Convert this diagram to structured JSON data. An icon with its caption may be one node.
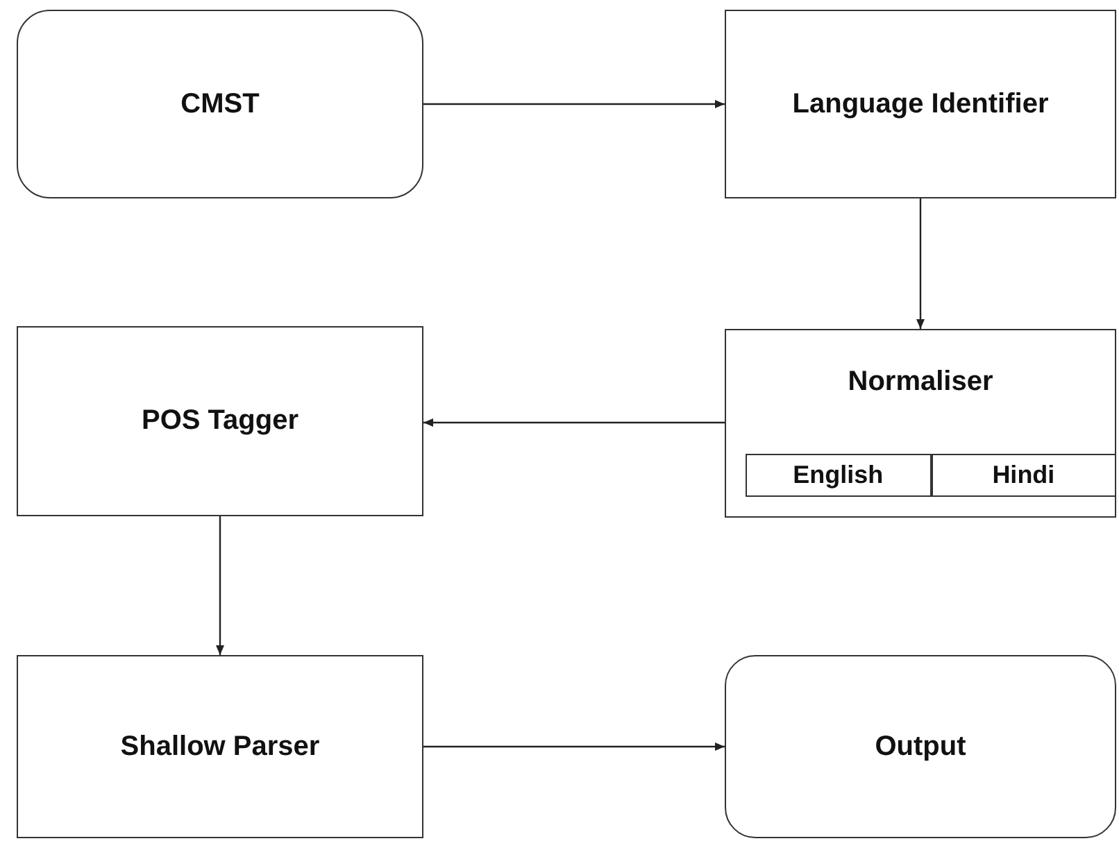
{
  "diagram": {
    "nodes": [
      {
        "text": [
          "CMST"
        ]
      },
      {
        "text": [
          "Language Identifier"
        ]
      },
      {
        "text": [
          "Normaliser"
        ]
      },
      {
        "text": [
          "English"
        ],
        "in": 2
      },
      {
        "text": [
          "Hindi"
        ],
        "in": 2
      },
      {
        "text": [
          "POS Tagger"
        ]
      },
      {
        "text": [
          "Shallow Parser"
        ]
      },
      {
        "text": [
          "Output"
        ]
      }
    ],
    "edges": [
      {
        "from": 0,
        "to": 1,
        "arrow": "to"
      },
      {
        "from": 1,
        "to": 2,
        "arrow": "to"
      },
      {
        "from": 2,
        "to": 5,
        "arrow": "to"
      },
      {
        "from": 5,
        "to": 6,
        "arrow": "to"
      },
      {
        "from": 6,
        "to": 7,
        "arrow": "to"
      }
    ]
  }
}
